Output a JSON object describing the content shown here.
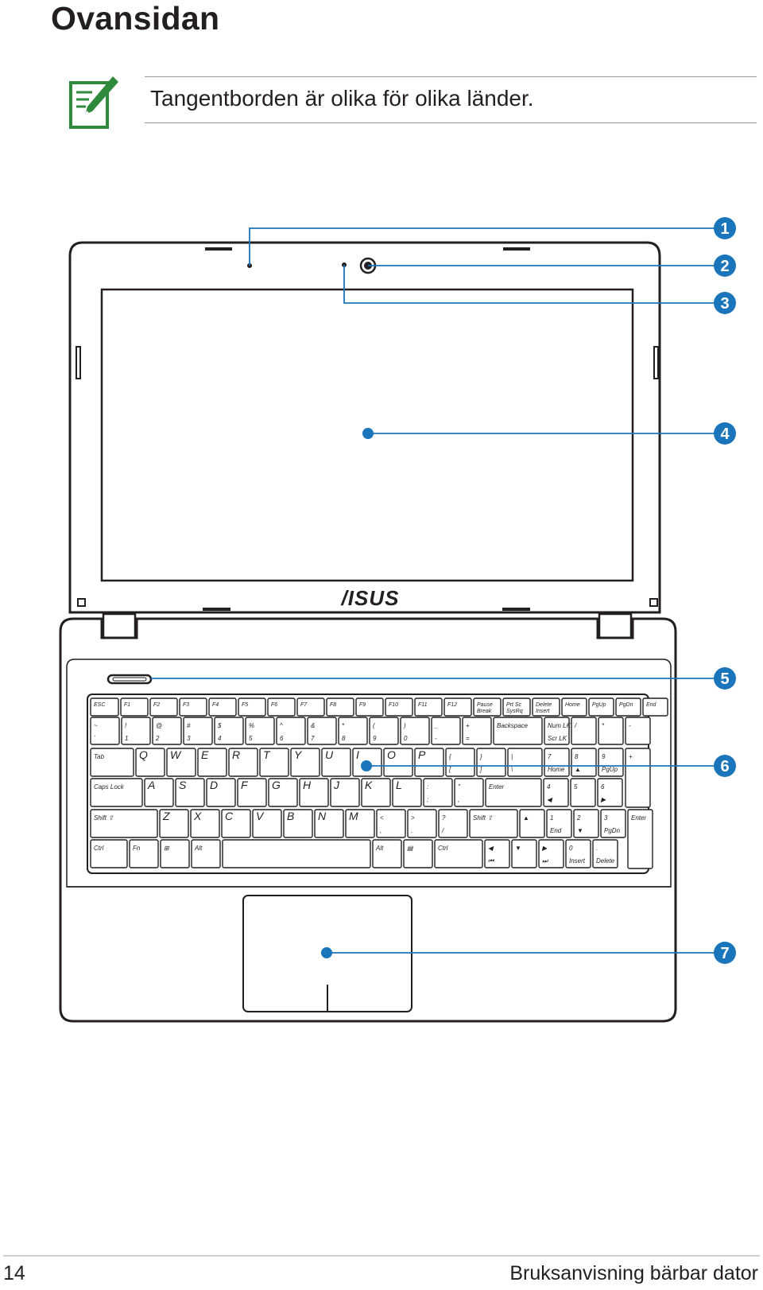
{
  "page": {
    "title": "Ovansidan",
    "note": "Tangentborden är olika för olika länder.",
    "page_number": "14",
    "footer_title": "Bruksanvisning bärbar dator"
  },
  "icons": {
    "note": "note-pencil-icon",
    "brand": "asus-logo"
  },
  "colors": {
    "callout": "#1b75bb",
    "note_icon": "#2f8a3c",
    "line": "#231f20"
  },
  "callouts": [
    "1",
    "2",
    "3",
    "4",
    "5",
    "6",
    "7"
  ],
  "brand_logo": "/ISUS",
  "keyboard": {
    "rows": [
      [
        {
          "t": "ESC"
        },
        {
          "t": "F1"
        },
        {
          "t": "F2"
        },
        {
          "t": "F3"
        },
        {
          "t": "F4"
        },
        {
          "t": "F5"
        },
        {
          "t": "F6"
        },
        {
          "t": "F7"
        },
        {
          "t": "F8"
        },
        {
          "t": "F9"
        },
        {
          "t": "F10"
        },
        {
          "t": "F11"
        },
        {
          "t": "F12"
        },
        {
          "t": "Pause",
          "b": "Break"
        },
        {
          "t": "Prt Sc",
          "b": "SysRq"
        },
        {
          "t": "Delete",
          "b": "Insert"
        },
        {
          "t": "Home"
        },
        {
          "t": "PgUp"
        },
        {
          "t": "PgDn"
        },
        {
          "t": "End"
        }
      ],
      [
        {
          "t": "~",
          "b": "`"
        },
        {
          "t": "!",
          "b": "1"
        },
        {
          "t": "@",
          "b": "2"
        },
        {
          "t": "#",
          "b": "3"
        },
        {
          "t": "$",
          "b": "4"
        },
        {
          "t": "%",
          "b": "5"
        },
        {
          "t": "^",
          "b": "6"
        },
        {
          "t": "&",
          "b": "7"
        },
        {
          "t": "*",
          "b": "8"
        },
        {
          "t": "(",
          "b": "9"
        },
        {
          "t": ")",
          "b": "0"
        },
        {
          "t": "_",
          "b": "-"
        },
        {
          "t": "+",
          "b": "="
        },
        {
          "t": "Backspace"
        },
        {
          "t": "Num LK",
          "b": "Scr LK"
        },
        {
          "t": "/"
        },
        {
          "t": "*"
        },
        {
          "t": "-"
        }
      ],
      [
        {
          "t": "Tab"
        },
        {
          "t": "Q"
        },
        {
          "t": "W"
        },
        {
          "t": "E"
        },
        {
          "t": "R"
        },
        {
          "t": "T"
        },
        {
          "t": "Y"
        },
        {
          "t": "U"
        },
        {
          "t": "I"
        },
        {
          "t": "O"
        },
        {
          "t": "P"
        },
        {
          "t": "{",
          "b": "["
        },
        {
          "t": "}",
          "b": "]"
        },
        {
          "t": "|",
          "b": "\\"
        },
        {
          "t": "7",
          "b": "Home"
        },
        {
          "t": "8",
          "b": "▲"
        },
        {
          "t": "9",
          "b": "PgUp"
        },
        {
          "t": "+"
        }
      ],
      [
        {
          "t": "Caps Lock"
        },
        {
          "t": "A"
        },
        {
          "t": "S"
        },
        {
          "t": "D"
        },
        {
          "t": "F"
        },
        {
          "t": "G"
        },
        {
          "t": "H"
        },
        {
          "t": "J"
        },
        {
          "t": "K"
        },
        {
          "t": "L"
        },
        {
          "t": ":",
          "b": ";"
        },
        {
          "t": "\"",
          "b": ","
        },
        {
          "t": "Enter"
        },
        {
          "t": "4",
          "b": "◀"
        },
        {
          "t": "5"
        },
        {
          "t": "6",
          "b": "▶"
        }
      ],
      [
        {
          "t": "Shift ⇧"
        },
        {
          "t": "Z"
        },
        {
          "t": "X"
        },
        {
          "t": "C"
        },
        {
          "t": "V"
        },
        {
          "t": "B"
        },
        {
          "t": "N"
        },
        {
          "t": "M"
        },
        {
          "t": "<",
          "b": ","
        },
        {
          "t": ">",
          "b": "."
        },
        {
          "t": "?",
          "b": "/"
        },
        {
          "t": "Shift ⇧"
        },
        {
          "t": "▲"
        },
        {
          "t": "1",
          "b": "End"
        },
        {
          "t": "2",
          "b": "▼"
        },
        {
          "t": "3",
          "b": "PgDn"
        },
        {
          "t": "Enter"
        }
      ],
      [
        {
          "t": "Ctrl"
        },
        {
          "t": "Fn"
        },
        {
          "t": "⊞"
        },
        {
          "t": "Alt"
        },
        {
          "t": ""
        },
        {
          "t": "Alt"
        },
        {
          "t": "▤"
        },
        {
          "t": "Ctrl"
        },
        {
          "t": "◀",
          "b": "⏮"
        },
        {
          "t": "▼"
        },
        {
          "t": "▶",
          "b": "⏭"
        },
        {
          "t": "0",
          "b": "Insert"
        },
        {
          "t": ".",
          "b": "Delete"
        }
      ]
    ]
  }
}
